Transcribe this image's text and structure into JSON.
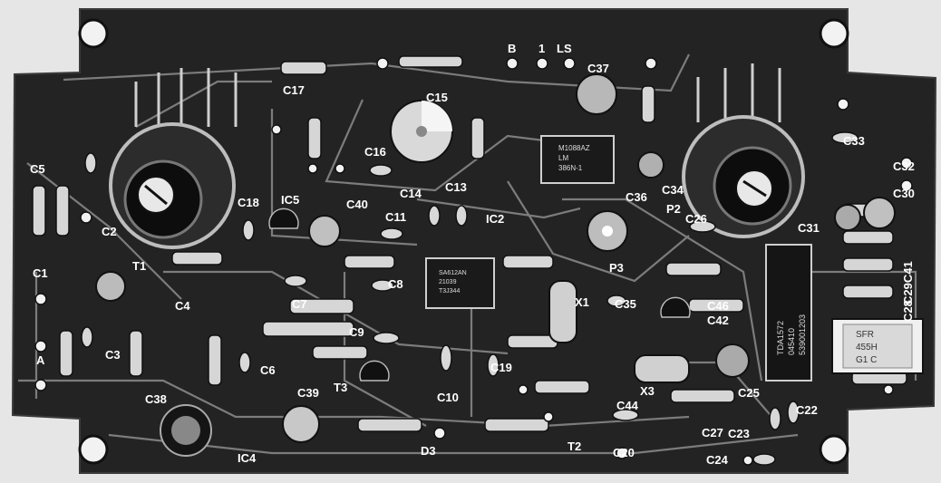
{
  "photo": {
    "subject": "printed circuit board",
    "palette": {
      "background": "#e4e4e4",
      "board": "#232323",
      "trace": "#8c8c8c",
      "pad": "#f2f2f2",
      "component": "#d6d6d6",
      "dark_component": "#111111"
    }
  },
  "labels": {
    "c17": "C17",
    "c15": "C15",
    "c37": "C37",
    "c16": "C16",
    "c14": "C14",
    "c13": "C13",
    "ic2": "IC2",
    "c36": "C36",
    "c34": "C34",
    "c33": "C33",
    "c32": "C32",
    "c30": "C30",
    "c5": "C5",
    "c18": "C18",
    "ic5": "IC5",
    "c40": "C40",
    "c11": "C11",
    "p2": "P2",
    "c26": "C26",
    "c31": "C31",
    "c2": "C2",
    "t1": "T1",
    "c1": "C1",
    "c4": "C4",
    "c8": "C8",
    "c7": "C7",
    "p3": "P3",
    "c35": "C35",
    "c29_41": "C29C41",
    "c28": "C28",
    "x1": "X1",
    "c46": "C46",
    "c42": "C42",
    "c3": "C3",
    "c9": "C9",
    "c6": "C6",
    "c19": "C19",
    "a": "A",
    "t3": "T3",
    "c10": "C10",
    "x3": "X3",
    "c25": "C25",
    "c38": "C38",
    "c39": "C39",
    "c44": "C44",
    "c27": "C27",
    "c23": "C23",
    "c22": "C22",
    "ic4": "IC4",
    "d3": "D3",
    "t2": "T2",
    "c20": "C20",
    "c24": "C24",
    "pin_b": "B",
    "pin_1": "1",
    "pin_ls": "LS"
  },
  "chip_markings": {
    "ic2": [
      "M1088AZ",
      "LM",
      "386N-1"
    ],
    "ic_center": [
      "SA612AN",
      "21039",
      "T3J344"
    ],
    "ic_right": [
      "TDA1572",
      "045410",
      "539001203"
    ],
    "relay": [
      "SFR",
      "455H",
      "G1 C"
    ]
  }
}
